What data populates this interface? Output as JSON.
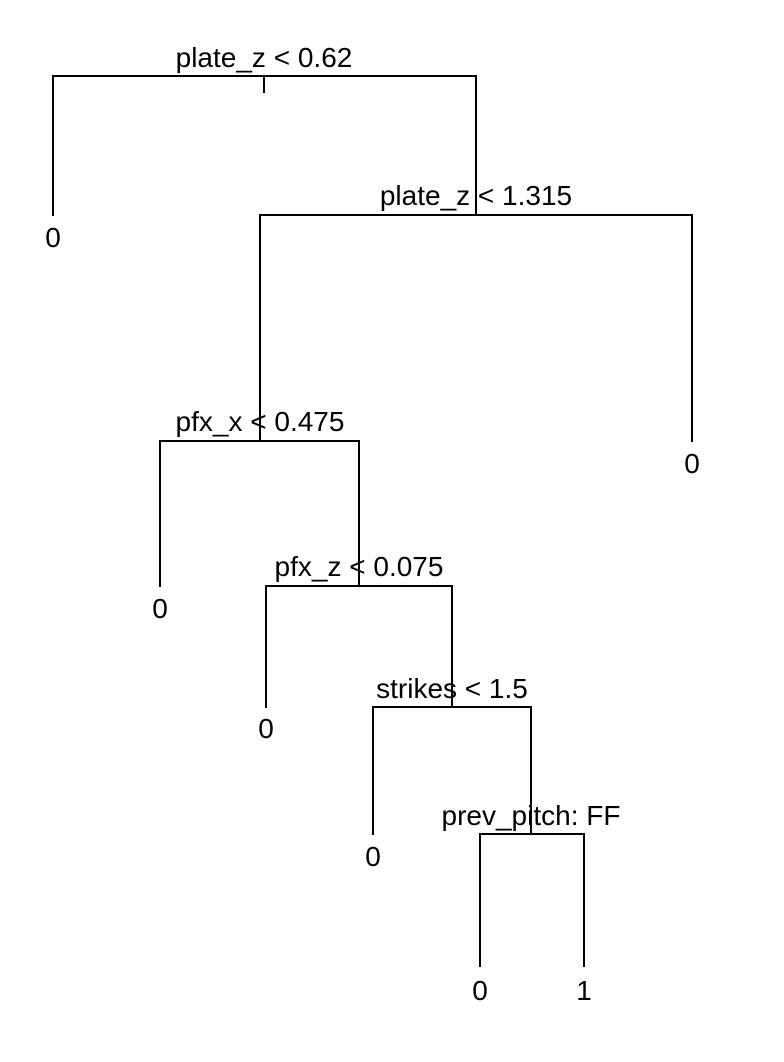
{
  "tree": {
    "splits": [
      {
        "id": "n1",
        "label": "plate_z < 0.62"
      },
      {
        "id": "n2",
        "label": "plate_z < 1.315"
      },
      {
        "id": "n3",
        "label": "pfx_x < 0.475"
      },
      {
        "id": "n4",
        "label": "pfx_z < 0.075"
      },
      {
        "id": "n5",
        "label": "strikes < 1.5"
      },
      {
        "id": "n6",
        "label": "prev_pitch: FF"
      }
    ],
    "leaves": [
      {
        "id": "l1",
        "value": "0"
      },
      {
        "id": "l2",
        "value": "0"
      },
      {
        "id": "l3",
        "value": "0"
      },
      {
        "id": "l4",
        "value": "0"
      },
      {
        "id": "l5",
        "value": "0"
      },
      {
        "id": "l6",
        "value": "0"
      },
      {
        "id": "l7",
        "value": "1"
      }
    ]
  }
}
